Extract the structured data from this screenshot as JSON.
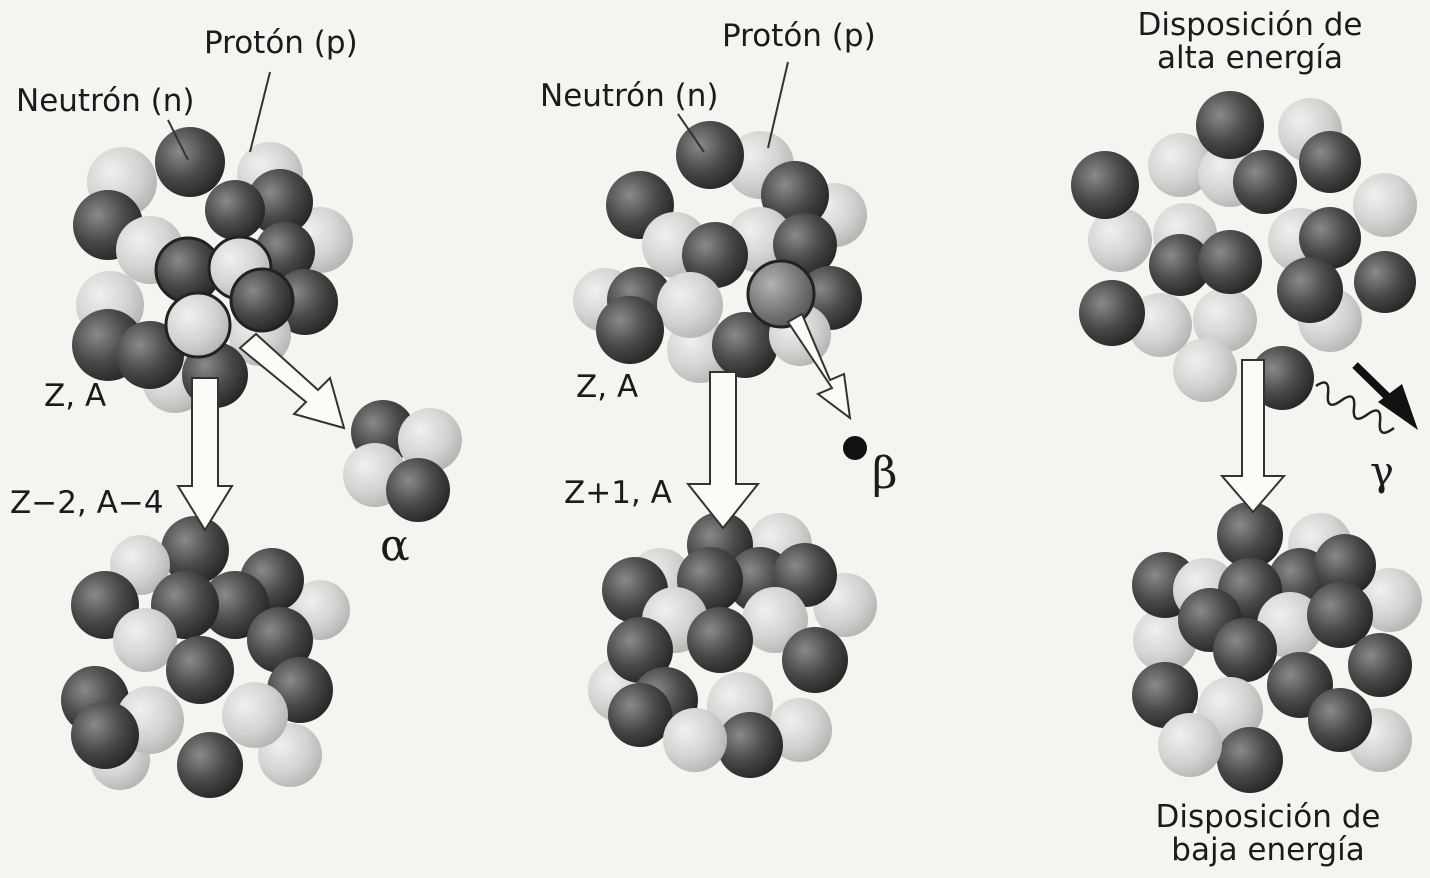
{
  "panels": {
    "alpha": {
      "proton_label": "Protón (p)",
      "neutron_label": "Neutrón (n)",
      "before_label": "Z, A",
      "after_label": "Z−2, A−4",
      "particle_symbol": "α"
    },
    "beta": {
      "proton_label": "Protón (p)",
      "neutron_label": "Neutrón (n)",
      "before_label": "Z, A",
      "after_label": "Z+1, A",
      "particle_symbol": "β"
    },
    "gamma": {
      "high_label_line1": "Disposición de",
      "high_label_line2": "alta energía",
      "low_label_line1": "Disposición de",
      "low_label_line2": "baja energía",
      "particle_symbol": "γ"
    }
  },
  "colors": {
    "background": "#f4f4f1",
    "neutron": "#3a3a3a",
    "proton": "#d4d4d4",
    "mid": "#808080"
  }
}
